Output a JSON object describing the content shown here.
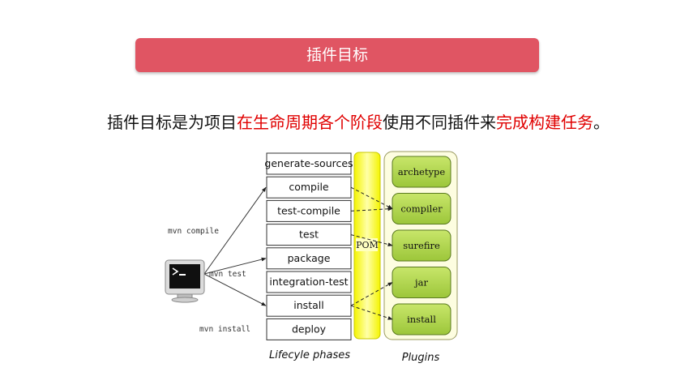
{
  "title": "插件目标",
  "description": {
    "parts": [
      {
        "text": "插件目标是为项目",
        "highlight": false
      },
      {
        "text": "在生命周期各个阶段",
        "highlight": true
      },
      {
        "text": "使用不同插件来",
        "highlight": false
      },
      {
        "text": "完成构建任务",
        "highlight": true
      },
      {
        "text": "。",
        "highlight": false
      }
    ]
  },
  "diagram": {
    "phases": [
      "generate-sources",
      "compile",
      "test-compile",
      "test",
      "package",
      "integration-test",
      "install",
      "deploy"
    ],
    "plugins": [
      "archetype",
      "compiler",
      "surefire",
      "jar",
      "install"
    ],
    "pom_label": "POM",
    "commands": [
      "mvn compile",
      "mvn test",
      "mvn install"
    ],
    "phases_caption": "Lifecyle phases",
    "plugins_caption": "Plugins",
    "bindings": [
      {
        "phase": "compile",
        "plugin": "compiler"
      },
      {
        "phase": "test-compile",
        "plugin": "compiler"
      },
      {
        "phase": "test",
        "plugin": "surefire"
      },
      {
        "phase": "install",
        "plugin": "jar"
      },
      {
        "phase": "install",
        "plugin": "install"
      }
    ],
    "command_targets": [
      {
        "command": "mvn compile",
        "phase": "compile"
      },
      {
        "command": "mvn test",
        "phase": "package"
      },
      {
        "command": "mvn install",
        "phase": "install"
      }
    ],
    "colors": {
      "title_bar": "#e05563",
      "highlight_text": "#e00000",
      "pom_bar": "#ffff66",
      "plugin_panel": "#fdfde0",
      "plugin_pill": "#b2d84e"
    }
  }
}
